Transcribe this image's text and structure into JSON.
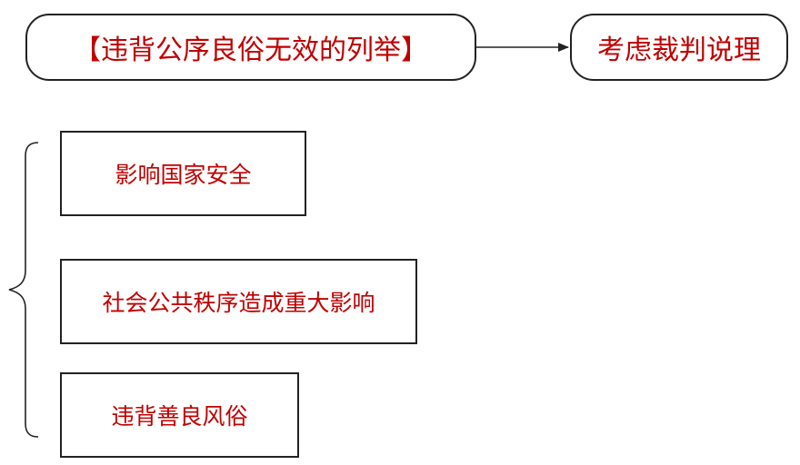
{
  "diagram": {
    "main_node": "【违背公序良俗无效的列举】",
    "result_node": "考虑裁判说理",
    "items": [
      "影响国家安全",
      "社会公共秩序造成重大影响",
      "违背善良风俗"
    ]
  },
  "colors": {
    "text": "#c00000",
    "border": "#222222",
    "background": "#ffffff"
  }
}
